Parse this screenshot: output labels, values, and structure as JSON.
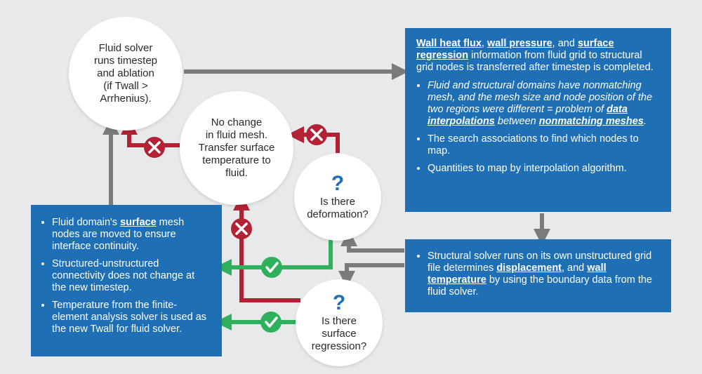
{
  "colors": {
    "background": "#e8e9eb",
    "box": "#1f6fb5",
    "gray_arrow": "#7b7b7b",
    "red": "#b22234",
    "green": "#2fb05d",
    "question": "#1f6fb5"
  },
  "circles": {
    "fluid_solver": "Fluid solver\nruns timestep\nand ablation\n(if Twall >\nArrhenius).",
    "no_change": "No change\nin fluid mesh.\nTransfer surface\ntemperature to\nfluid.",
    "deformation": "Is there\ndeformation?",
    "regression": "Is there\nsurface\nregression?",
    "question_mark": "?"
  },
  "box_top_right": {
    "intro": {
      "t1": "Wall heat flux",
      "t2": ", ",
      "t3": "wall pressure",
      "t4": ", and ",
      "t5": "surface regression",
      "t6": " information from fluid grid to structural grid nodes is transferred after timestep is completed."
    },
    "bullet1": {
      "t1": "Fluid and structural domains have nonmatching mesh, and the mesh size and node position of the two regions were different = problem of ",
      "t2": "data interpolations",
      "t3": " between ",
      "t4": "nonmatching meshes",
      "t5": "."
    },
    "bullet2": "The search associations to find which nodes to map.",
    "bullet3": "Quantities to map by interpolation algorithm."
  },
  "box_left": {
    "bullet1": {
      "t1": "Fluid domain's ",
      "t2": "surface",
      "t3": " mesh nodes are moved to ensure interface continuity."
    },
    "bullet2": "Structured-unstructured connectivity does not change at the new timestep.",
    "bullet3": "Temperature from the finite-element analysis solver is used as the new Twall for fluid solver."
  },
  "box_bottom_right": {
    "t1": "Structural solver runs on its own unstructured grid file determines ",
    "t2": "displacement",
    "t3": ", and ",
    "t4": "wall temperature",
    "t5": " by using the boundary data from the fluid solver."
  },
  "icons": {
    "no": "x-mark",
    "yes": "check-mark"
  }
}
